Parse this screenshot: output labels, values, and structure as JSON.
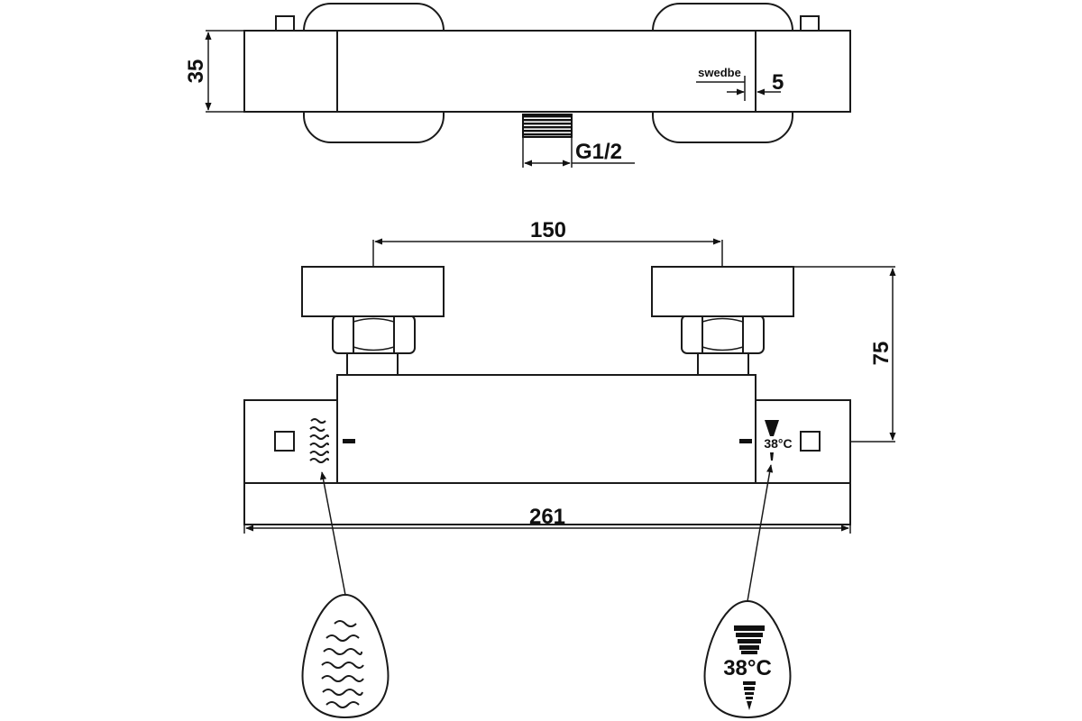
{
  "top_view": {
    "dim_height": "35",
    "dim_gap": "5",
    "brand_label": "swedbe",
    "thread_label": "G1/2"
  },
  "front_view": {
    "dim_spacing": "150",
    "dim_depth": "75",
    "dim_length": "261",
    "temp_label": "38°C"
  },
  "callouts": {
    "right_temp_label": "38°C",
    "left_icon": "water-flow-icon",
    "right_icon": "temperature-wedge-icon"
  },
  "colors": {
    "line": "#1a1a1a",
    "background": "#ffffff"
  }
}
